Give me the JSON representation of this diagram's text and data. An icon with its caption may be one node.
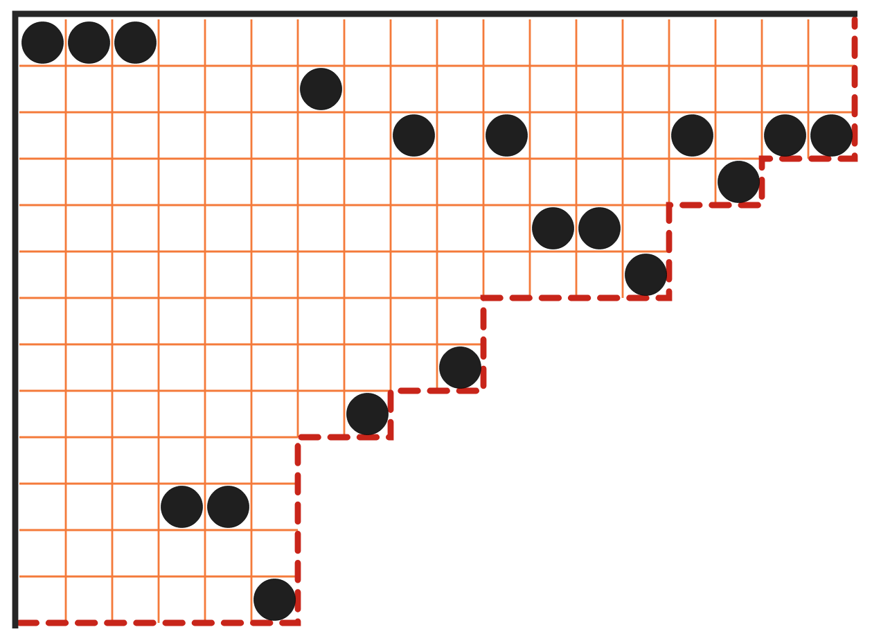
{
  "diagram": {
    "nodes": [
      {
        "text": [],
        "shape": "circle"
      },
      {
        "text": [],
        "shape": "circle"
      },
      {
        "text": [],
        "shape": "circle"
      },
      {
        "text": [],
        "shape": "circle"
      },
      {
        "text": [],
        "shape": "circle"
      },
      {
        "text": [],
        "shape": "circle"
      },
      {
        "text": [],
        "shape": "circle"
      },
      {
        "text": [],
        "shape": "circle"
      },
      {
        "text": [],
        "shape": "circle"
      },
      {
        "text": [],
        "shape": "circle"
      },
      {
        "text": [],
        "shape": "circle"
      },
      {
        "text": [],
        "shape": "circle"
      },
      {
        "text": [],
        "shape": "circle"
      },
      {
        "text": [],
        "shape": "circle"
      },
      {
        "text": [],
        "shape": "circle"
      },
      {
        "text": [],
        "shape": "circle"
      },
      {
        "text": [],
        "shape": "circle"
      },
      {
        "text": [],
        "shape": "circle"
      }
    ]
  }
}
